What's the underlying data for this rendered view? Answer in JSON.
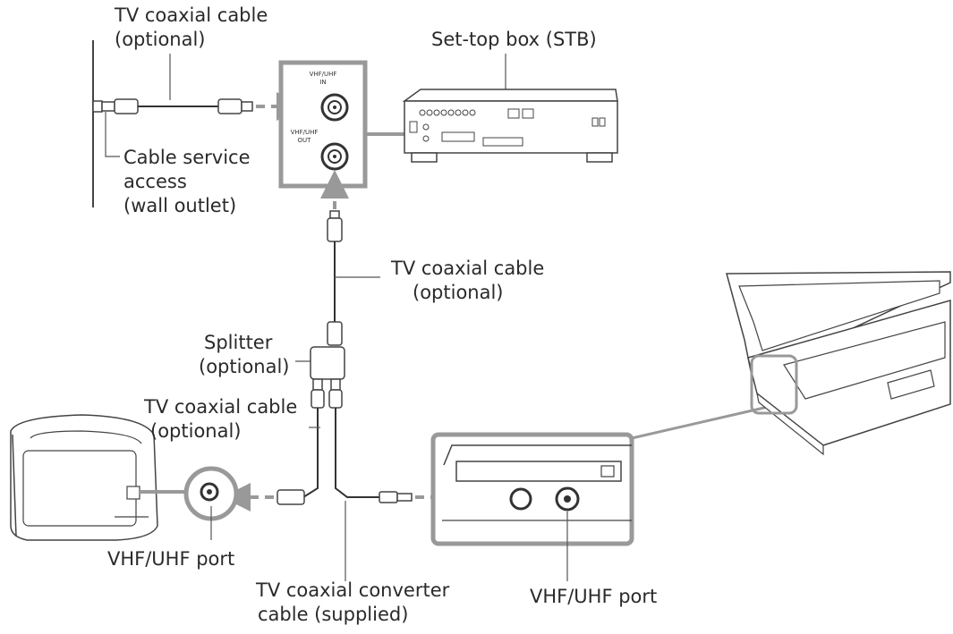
{
  "labels": {
    "cable_top_1": "TV coaxial cable",
    "cable_top_2": "(optional)",
    "stb": "Set-top box (STB)",
    "wall_1": "Cable service",
    "wall_2": "access",
    "wall_3": "(wall outlet)",
    "cable_mid_1": "TV coaxial cable",
    "cable_mid_2": "(optional)",
    "splitter_1": "Splitter",
    "splitter_2": "(optional)",
    "cable_left_1": "TV coaxial cable",
    "cable_left_2": "(optional)",
    "tv_port": "VHF/UHF port",
    "converter_1": "TV coaxial converter",
    "converter_2": "cable (supplied)",
    "pc_port": "VHF/UHF port"
  },
  "panel": {
    "in_label_1": "VHF/UHF",
    "in_label_2": "IN",
    "out_label_1": "VHF/UHF",
    "out_label_2": "OUT"
  }
}
